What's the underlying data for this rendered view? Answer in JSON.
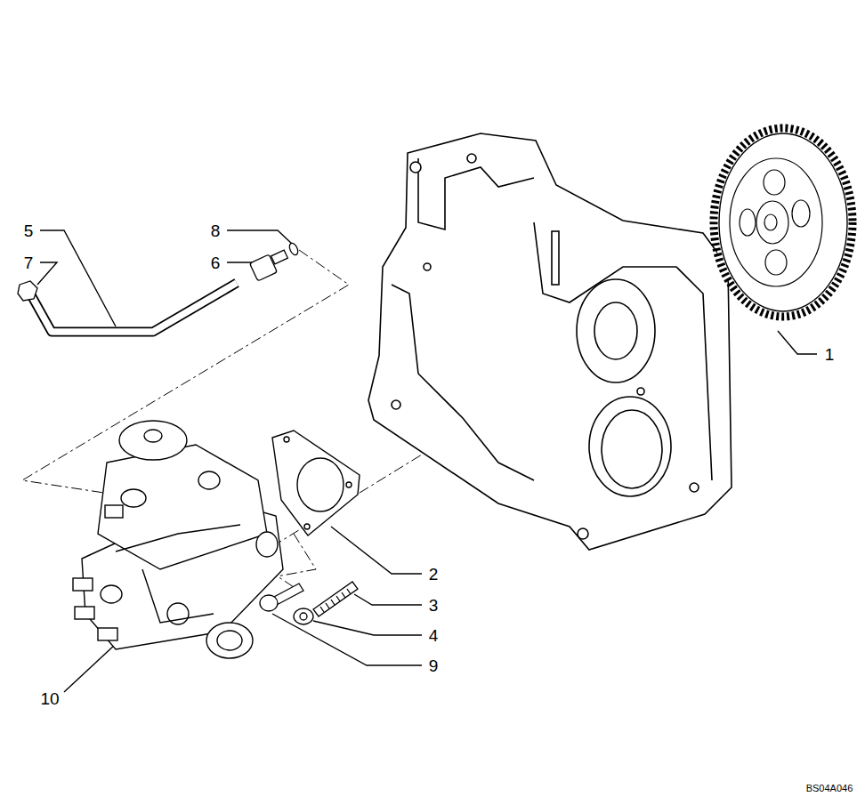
{
  "diagram": {
    "labels": [
      "5",
      "7",
      "8",
      "6",
      "1",
      "2",
      "3",
      "4",
      "9",
      "10",
      "BS04A046"
    ]
  }
}
